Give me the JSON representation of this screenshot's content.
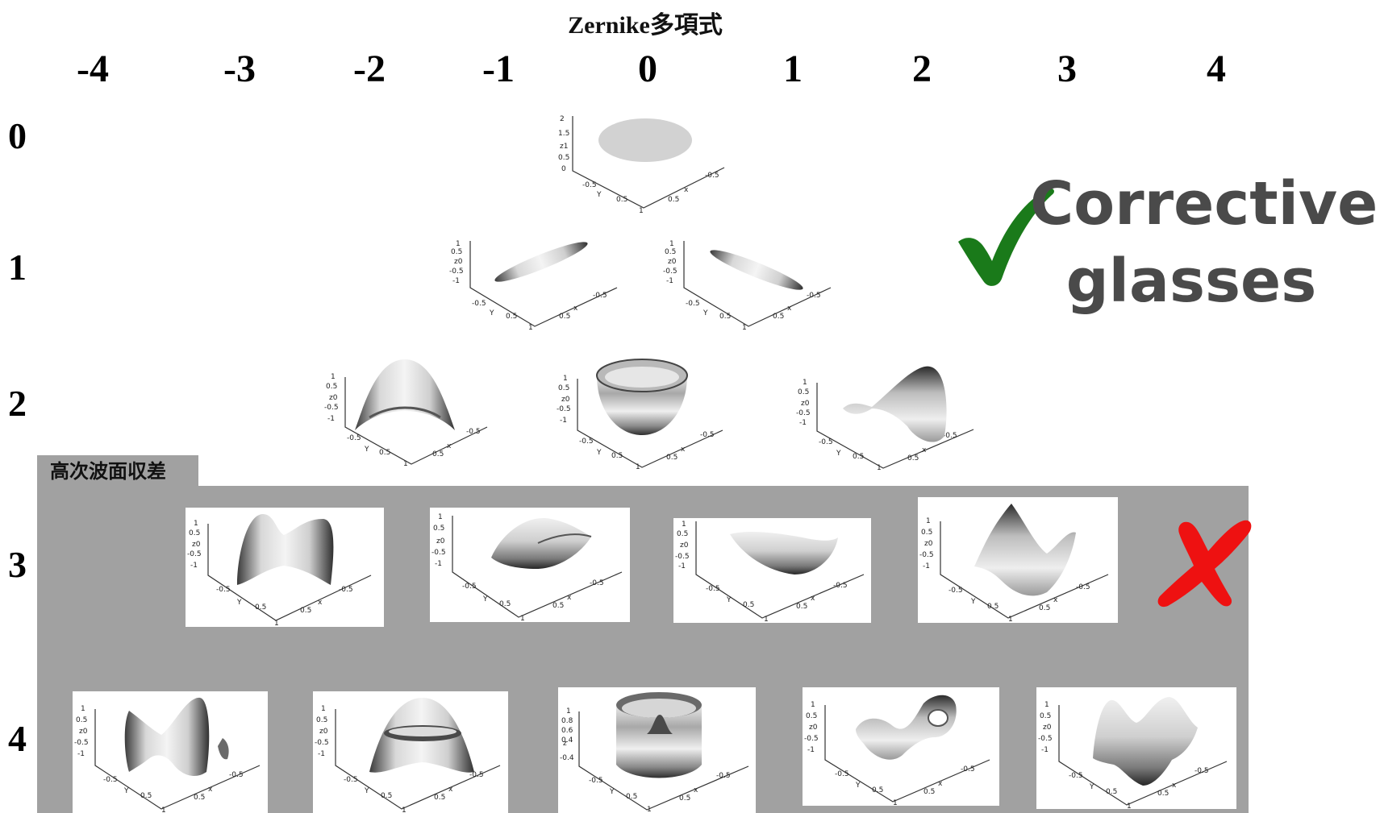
{
  "title": "Zernike多項式",
  "m_labels": [
    "-4",
    "-3",
    "-2",
    "-1",
    "0",
    "1",
    "2",
    "3",
    "4"
  ],
  "n_labels": [
    "0",
    "1",
    "2",
    "3",
    "4"
  ],
  "high_order_label": "高次波面収差",
  "corrective": {
    "line1": "Corrective",
    "line2": "glasses"
  },
  "colors": {
    "check": "#1a7a1a",
    "cross": "#ee1111",
    "panel": "#a1a1a1",
    "text": "#4a4a4a"
  }
}
